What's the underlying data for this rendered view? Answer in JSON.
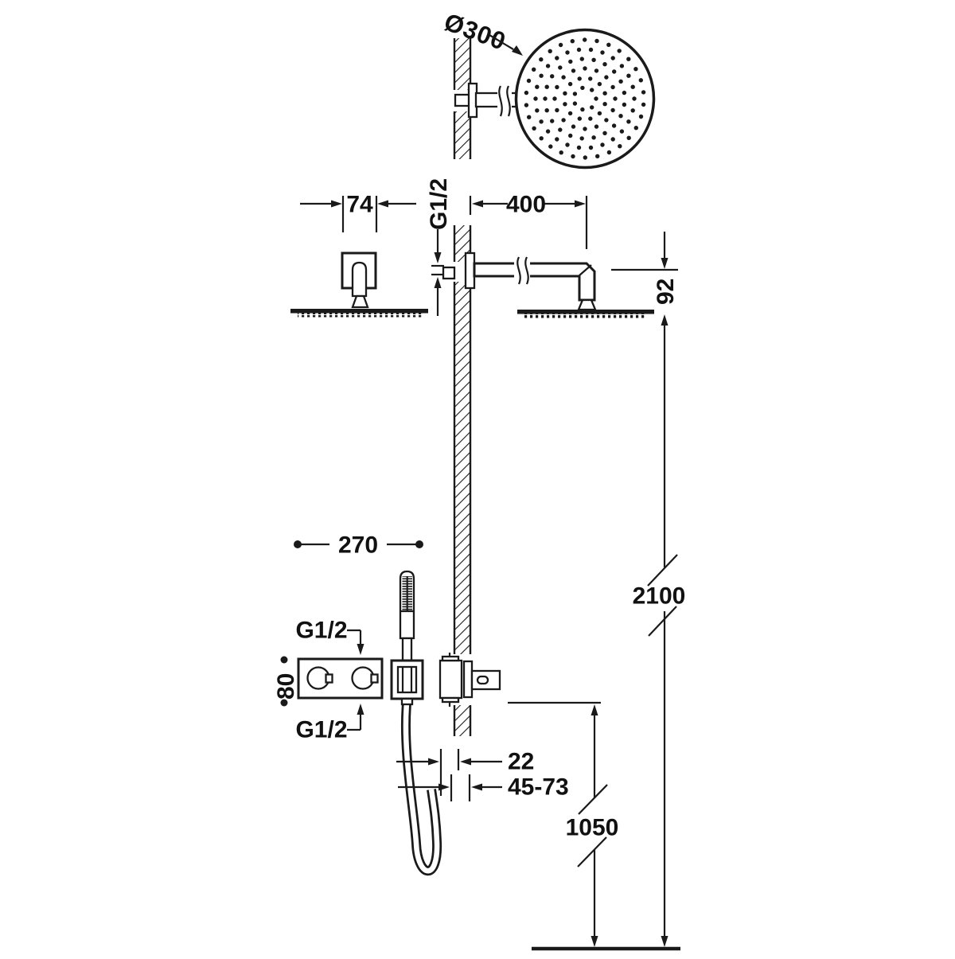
{
  "colors": {
    "line": "#1a1a1a",
    "background": "#ffffff"
  },
  "labels": {
    "head_diameter": "Ø300",
    "escutcheon_width": "74",
    "arm_thread": "G1/2",
    "arm_length": "400",
    "head_offset": "92",
    "overall_height": "2100",
    "valve_width": "270",
    "valve_inlet_top": "G1/2",
    "valve_inlet_bottom": "G1/2",
    "valve_height": "80",
    "outlet_depth": "22",
    "outlet_adjust_range": "45-73",
    "valve_height_from_floor": "1050"
  }
}
